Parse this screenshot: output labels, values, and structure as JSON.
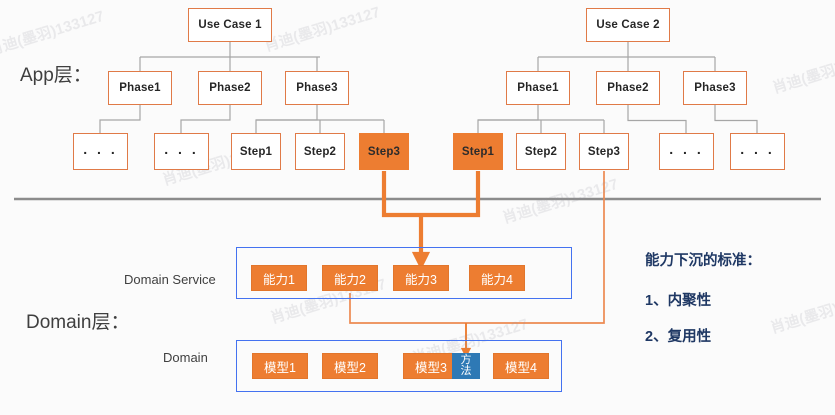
{
  "layers": {
    "app_label": "App层：",
    "domain_label": "Domain层："
  },
  "group_labels": {
    "domain_service": "Domain Service",
    "domain": "Domain"
  },
  "trees": [
    {
      "root": "Use Case 1",
      "phases": [
        "Phase1",
        "Phase2",
        "Phase3"
      ],
      "steps": [
        ". . .",
        ". . .",
        "Step1",
        "Step2",
        "Step3"
      ],
      "highlighted_step": "Step3"
    },
    {
      "root": "Use Case 2",
      "phases": [
        "Phase1",
        "Phase2",
        "Phase3"
      ],
      "steps": [
        "Step1",
        "Step2",
        "Step3",
        ". . .",
        ". . ."
      ],
      "highlighted_step": "Step1"
    }
  ],
  "domain_service_chips": [
    "能力1",
    "能力2",
    "能力3",
    "能力4"
  ],
  "domain_chips": [
    "模型1",
    "模型2",
    "模型3",
    "模型4"
  ],
  "method_chip": "方法",
  "notes": {
    "title": "能力下沉的标准：",
    "items": [
      "1、内聚性",
      "2、复用性"
    ]
  },
  "colors": {
    "accent_orange": "#ed7d31",
    "box_border_orange": "#e07a47",
    "group_blue": "#4472f0",
    "method_blue": "#2e79b5",
    "note_navy": "#1f3864",
    "divider_gray": "#8c8c8c"
  },
  "watermark": "肖迪(墨羽)133127"
}
